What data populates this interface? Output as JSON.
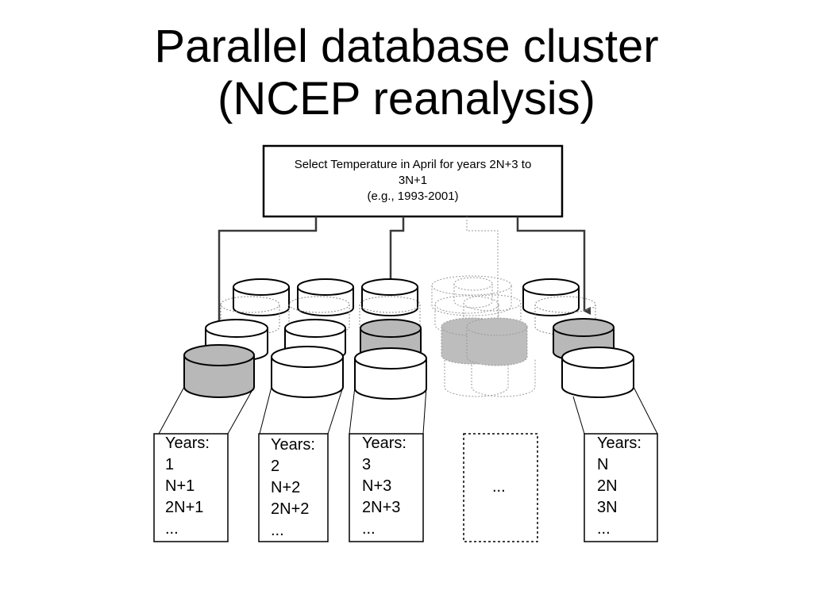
{
  "title": {
    "line1": "Parallel database cluster",
    "line2": "(NCEP reanalysis)"
  },
  "query": {
    "line1": "Select Temperature in April for years 2N+3 to",
    "line2": "3N+1",
    "line3": "(e.g., 1993-2001)"
  },
  "year_boxes": [
    {
      "lines": [
        "Years:",
        "1",
        "N+1",
        "2N+1",
        "..."
      ]
    },
    {
      "lines": [
        "Years:",
        "2",
        "N+2",
        "2N+2",
        "..."
      ]
    },
    {
      "lines": [
        "Years:",
        "3",
        "N+3",
        "2N+3",
        "..."
      ]
    },
    {
      "lines": [
        "..."
      ]
    },
    {
      "lines": [
        "Years:",
        "N",
        "2N",
        "3N",
        "..."
      ]
    }
  ],
  "colors": {
    "selected_fill": "#b8b8b8",
    "ghost_fill": "#bdbdbd",
    "connector": "#3a3a3a"
  }
}
